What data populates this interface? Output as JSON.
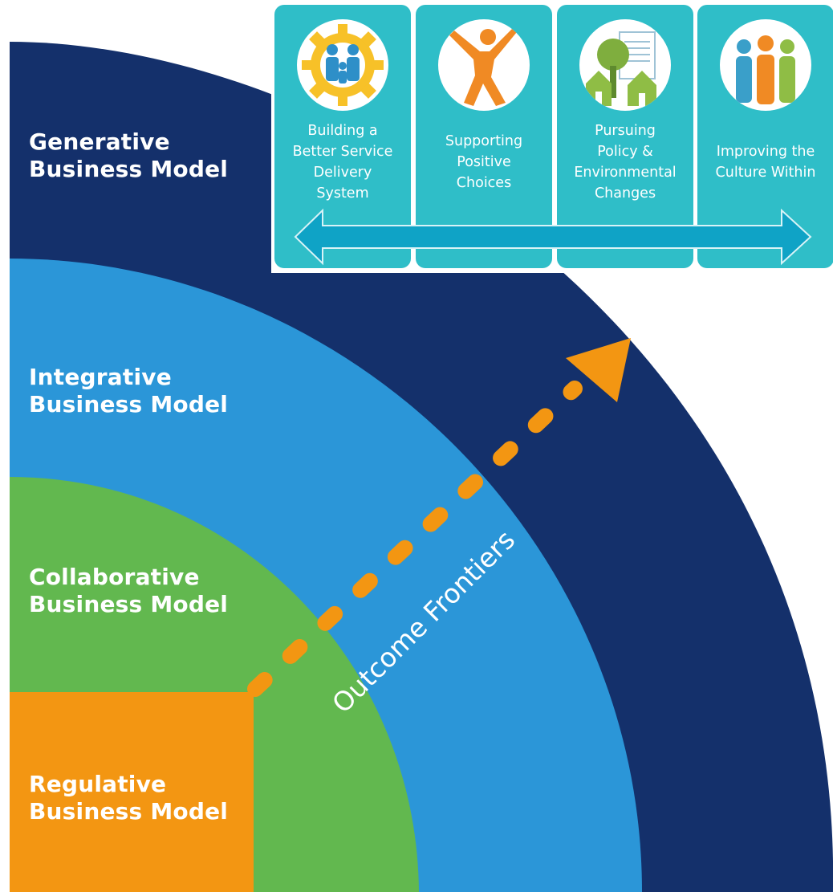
{
  "models": [
    {
      "lines": [
        "Generative",
        "Business Model"
      ],
      "color": "#14306b"
    },
    {
      "lines": [
        "Integrative",
        "Business Model"
      ],
      "color": "#2b96d8"
    },
    {
      "lines": [
        "Collaborative",
        "Business Model"
      ],
      "color": "#62b84f"
    },
    {
      "lines": [
        "Regulative",
        "Business Model"
      ],
      "color": "#f39612"
    }
  ],
  "frontier_label": "Outcome Frontiers",
  "strategies": [
    {
      "lines": [
        "Building a",
        "Better Service",
        "Delivery",
        "System"
      ],
      "icon": "gear-people-icon"
    },
    {
      "lines": [
        "Supporting",
        "Positive",
        "Choices"
      ],
      "icon": "person-cheering-icon"
    },
    {
      "lines": [
        "Pursuing",
        "Policy &",
        "Environmental",
        "Changes"
      ],
      "icon": "tree-houses-document-icon"
    },
    {
      "lines": [
        "Improving the",
        "Culture Within"
      ],
      "icon": "group-of-people-icon"
    }
  ],
  "colors": {
    "card": "#2fbec8",
    "arrow_band": "#0fa3c6",
    "dashed_arrow": "#f39612",
    "background": "#ffffff"
  }
}
